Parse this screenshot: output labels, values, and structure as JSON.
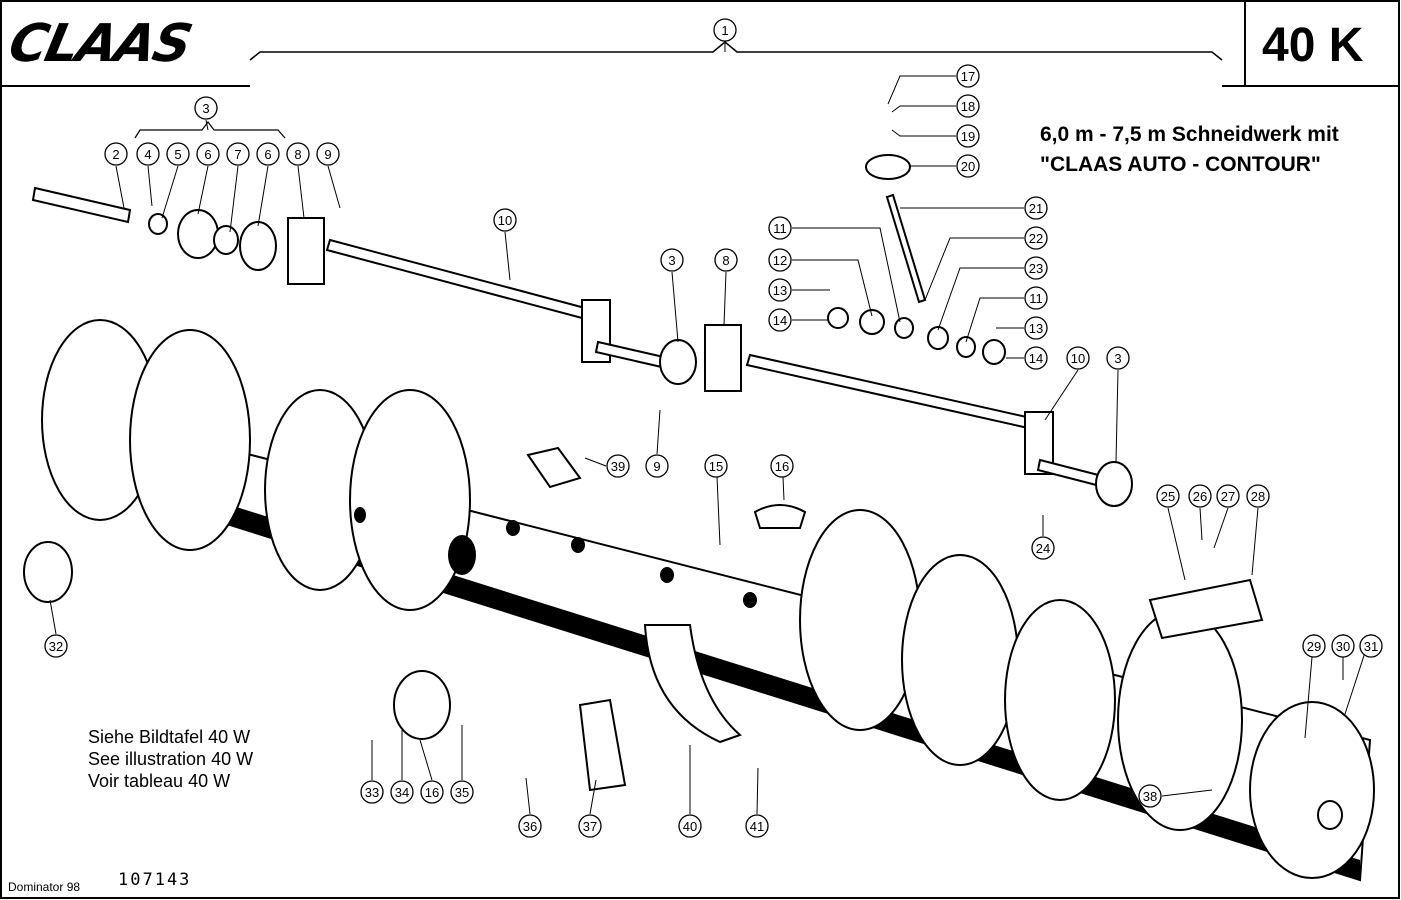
{
  "header": {
    "brand": "CLAAS",
    "code": "40 K",
    "assembly_callout": "1"
  },
  "title": {
    "line1": "6,0 m - 7,5 m Schneidwerk mit",
    "line2": "\"CLAAS AUTO - CONTOUR\""
  },
  "note": {
    "de": "Siehe Bildtafel 40 W",
    "en": "See illustration 40 W",
    "fr": "Voir tableau 40 W"
  },
  "footer": {
    "model": "Dominator 98",
    "number": "107143"
  },
  "callouts": [
    "1",
    "2",
    "3",
    "4",
    "5",
    "6",
    "6",
    "7",
    "8",
    "9",
    "3",
    "8",
    "10",
    "10",
    "3",
    "11",
    "12",
    "13",
    "14",
    "17",
    "18",
    "19",
    "20",
    "21",
    "22",
    "23",
    "11",
    "13",
    "14",
    "9",
    "39",
    "15",
    "16",
    "24",
    "25",
    "26",
    "27",
    "28",
    "32",
    "29",
    "30",
    "31",
    "33",
    "34",
    "16",
    "35",
    "36",
    "37",
    "40",
    "41",
    "38"
  ]
}
